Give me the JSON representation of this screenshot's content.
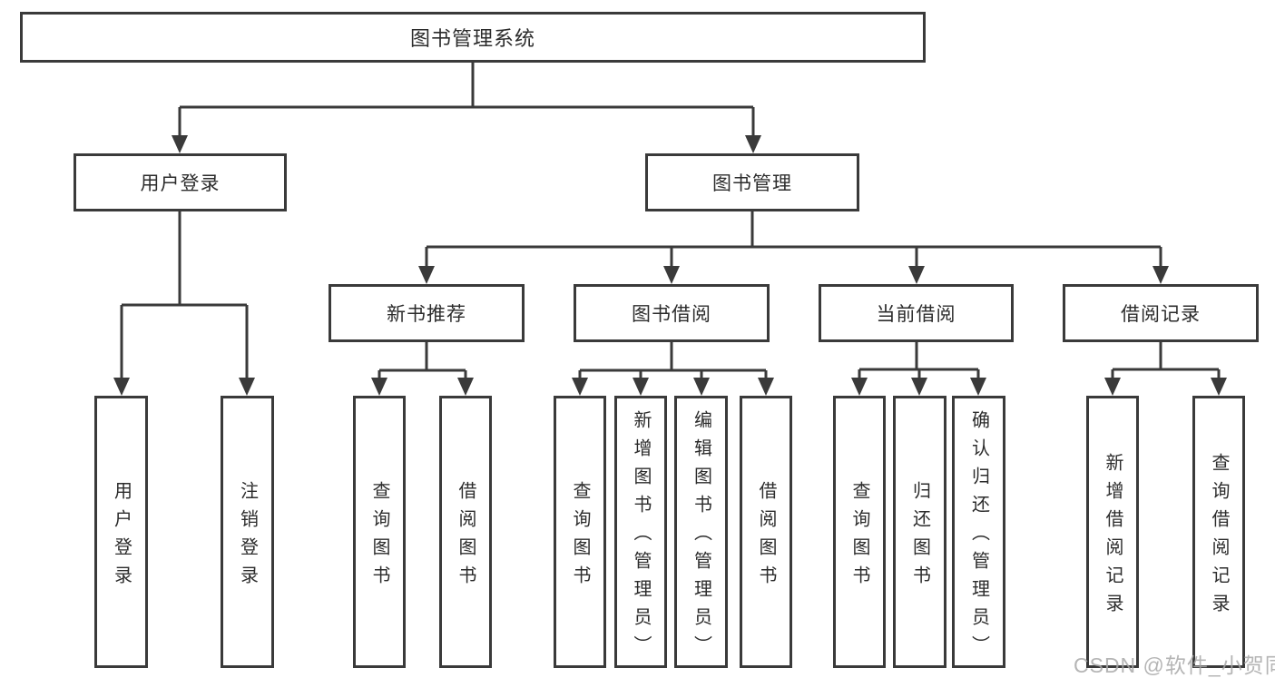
{
  "diagram": {
    "type": "tree",
    "tree": {
      "root": {
        "label": "图书管理系统"
      },
      "branches": [
        {
          "label": "用户登录",
          "children": [
            {
              "label": "用户登录"
            },
            {
              "label": "注销登录"
            }
          ]
        },
        {
          "label": "图书管理",
          "groups": [
            {
              "label": "新书推荐",
              "children": [
                {
                  "label": "查询图书"
                },
                {
                  "label": "借阅图书"
                }
              ]
            },
            {
              "label": "图书借阅",
              "children": [
                {
                  "label": "查询图书"
                },
                {
                  "label": "新增图书（管理员）"
                },
                {
                  "label": "编辑图书（管理员）"
                },
                {
                  "label": "借阅图书"
                }
              ]
            },
            {
              "label": "当前借阅",
              "children": [
                {
                  "label": "查询图书"
                },
                {
                  "label": "归还图书"
                },
                {
                  "label": "确认归还（管理员）"
                }
              ]
            },
            {
              "label": "借阅记录",
              "children": [
                {
                  "label": "新增借阅记录"
                },
                {
                  "label": "查询借阅记录"
                }
              ]
            }
          ]
        }
      ]
    },
    "colors": {
      "line": "#3a3a3a",
      "text": "#2c2c2c",
      "background": "#ffffff",
      "watermark": "#a8a8a8"
    }
  },
  "watermark": {
    "text": "CSDN @软件_小贺同学"
  }
}
